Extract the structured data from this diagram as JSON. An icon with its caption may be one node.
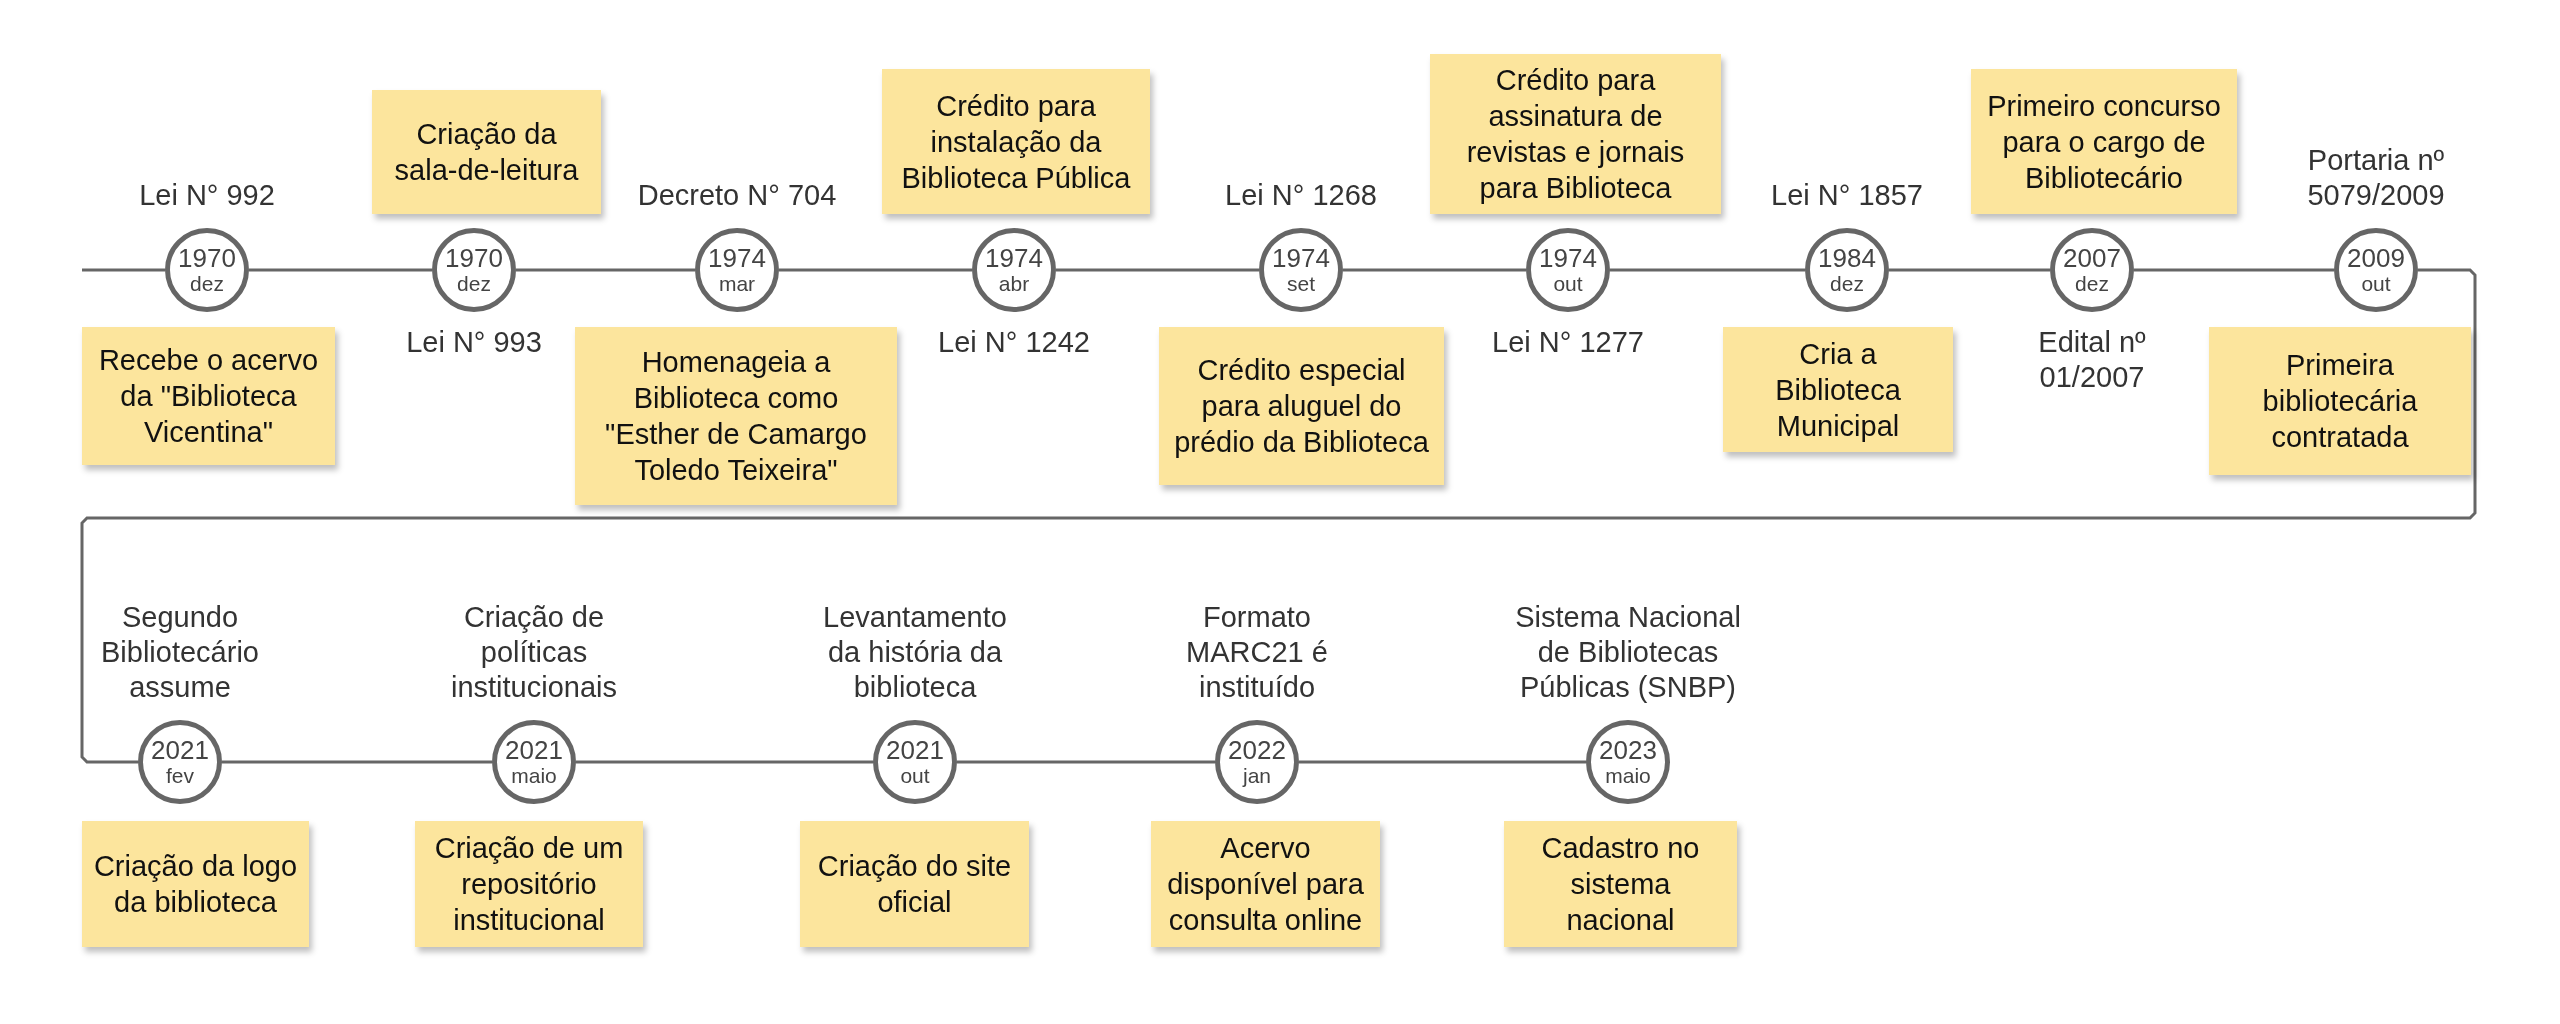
{
  "diagram": {
    "nodes": [
      {
        "text": [
          "1970",
          "dez"
        ],
        "beside": [
          "Lei N° 992"
        ]
      },
      {
        "text": [
          "Recebe o acervo da \"Biblioteca Vicentina\""
        ]
      },
      {
        "text": [
          "1970",
          "dez"
        ],
        "beside": [
          "Lei N° 993"
        ]
      },
      {
        "text": [
          "Criação da sala-de-leitura"
        ]
      },
      {
        "text": [
          "1974",
          "mar"
        ],
        "beside": [
          "Decreto N° 704"
        ]
      },
      {
        "text": [
          "Homenageia a Biblioteca como \"Esther de Camargo Toledo Teixeira\""
        ]
      },
      {
        "text": [
          "1974",
          "abr"
        ],
        "beside": [
          "Lei N° 1242"
        ]
      },
      {
        "text": [
          "Crédito para instalação da Biblioteca Pública"
        ]
      },
      {
        "text": [
          "1974",
          "set"
        ],
        "beside": [
          "Lei N° 1268"
        ]
      },
      {
        "text": [
          "Crédito especial para aluguel do prédio da Biblioteca"
        ]
      },
      {
        "text": [
          "1974",
          "out"
        ],
        "beside": [
          "Lei N° 1277"
        ]
      },
      {
        "text": [
          "Crédito para assinatura de revistas e jornais para Biblioteca"
        ]
      },
      {
        "text": [
          "1984",
          "dez"
        ],
        "beside": [
          "Lei N° 1857"
        ]
      },
      {
        "text": [
          "Cria a Biblioteca Municipal"
        ]
      },
      {
        "text": [
          "2007",
          "dez"
        ],
        "beside": [
          "Edital nº 01/2007"
        ]
      },
      {
        "text": [
          "Primeiro concurso para o cargo de Bibliotecário"
        ]
      },
      {
        "text": [
          "2009",
          "out"
        ],
        "beside": [
          "Portaria nº 5079/2009"
        ]
      },
      {
        "text": [
          "Primeira bibliotecária contratada"
        ]
      },
      {
        "text": [
          "2021",
          "fev"
        ],
        "beside": [
          "Segundo Bibliotecário assume"
        ]
      },
      {
        "text": [
          "Criação da logo da biblioteca"
        ]
      },
      {
        "text": [
          "2021",
          "maio"
        ],
        "beside": [
          "Criação de políticas institucionais"
        ]
      },
      {
        "text": [
          "Criação de um repositório institucional"
        ]
      },
      {
        "text": [
          "2021",
          "out"
        ],
        "beside": [
          "Levantamento da história da biblioteca"
        ]
      },
      {
        "text": [
          "Criação do site oficial"
        ]
      },
      {
        "text": [
          "2022",
          "jan"
        ],
        "beside": [
          "Formato MARC21 é instituído"
        ]
      },
      {
        "text": [
          "Acervo disponível para consulta online"
        ]
      },
      {
        "text": [
          "2023",
          "maio"
        ],
        "beside": [
          "Sistema Nacional de Bibliotecas Públicas (SNBP)"
        ]
      },
      {
        "text": [
          "Cadastro no sistema nacional"
        ]
      }
    ],
    "edges": [
      {
        "from": null,
        "to": 0,
        "arrow": "none"
      },
      {
        "from": 0,
        "to": 2,
        "arrow": "none"
      },
      {
        "from": 2,
        "to": 4,
        "arrow": "none"
      },
      {
        "from": 4,
        "to": 6,
        "arrow": "none"
      },
      {
        "from": 6,
        "to": 8,
        "arrow": "none"
      },
      {
        "from": 8,
        "to": 10,
        "arrow": "none"
      },
      {
        "from": 10,
        "to": 12,
        "arrow": "none"
      },
      {
        "from": 12,
        "to": 14,
        "arrow": "none"
      },
      {
        "from": 14,
        "to": 16,
        "arrow": "none"
      },
      {
        "from": 16,
        "to": 18,
        "arrow": "none"
      },
      {
        "from": 18,
        "to": 20,
        "arrow": "none"
      },
      {
        "from": 20,
        "to": 22,
        "arrow": "none"
      },
      {
        "from": 22,
        "to": 24,
        "arrow": "none"
      },
      {
        "from": 24,
        "to": 26,
        "arrow": "none"
      }
    ]
  }
}
